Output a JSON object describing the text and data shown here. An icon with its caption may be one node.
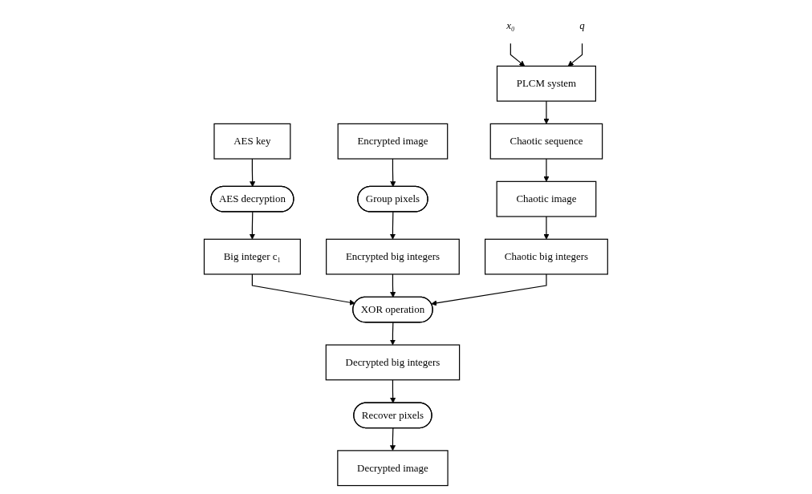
{
  "diagram": {
    "nodes": [
      {
        "text": [
          "x₀"
        ]
      },
      {
        "text": [
          "q"
        ]
      },
      {
        "text": [
          "PLCM system"
        ]
      },
      {
        "text": [
          "Chaotic sequence"
        ]
      },
      {
        "text": [
          "Chaotic image"
        ]
      },
      {
        "text": [
          "Chaotic big integers"
        ]
      },
      {
        "text": [
          "Encrypted image"
        ]
      },
      {
        "text": [
          "Group pixels"
        ]
      },
      {
        "text": [
          "Encrypted big integers"
        ]
      },
      {
        "text": [
          "AES key"
        ]
      },
      {
        "text": [
          "AES decryption"
        ]
      },
      {
        "text": [
          "Big integer c₁"
        ]
      },
      {
        "text": [
          "XOR operation"
        ]
      },
      {
        "text": [
          "Decrypted big integers"
        ]
      },
      {
        "text": [
          "Recover pixels"
        ]
      },
      {
        "text": [
          "Decrypted image"
        ]
      }
    ],
    "edges": [
      {
        "from": 0,
        "to": 2,
        "arrow": "to"
      },
      {
        "from": 1,
        "to": 2,
        "arrow": "to"
      },
      {
        "from": 2,
        "to": 3,
        "arrow": "to"
      },
      {
        "from": 3,
        "to": 4,
        "arrow": "to"
      },
      {
        "from": 4,
        "to": 5,
        "arrow": "to"
      },
      {
        "from": 6,
        "to": 7,
        "arrow": "to"
      },
      {
        "from": 7,
        "to": 8,
        "arrow": "to"
      },
      {
        "from": 9,
        "to": 10,
        "arrow": "to"
      },
      {
        "from": 10,
        "to": 11,
        "arrow": "to"
      },
      {
        "from": 11,
        "to": 12,
        "arrow": "to"
      },
      {
        "from": 8,
        "to": 12,
        "arrow": "to"
      },
      {
        "from": 5,
        "to": 12,
        "arrow": "to"
      },
      {
        "from": 12,
        "to": 13,
        "arrow": "to"
      },
      {
        "from": 13,
        "to": 14,
        "arrow": "to"
      },
      {
        "from": 14,
        "to": 15,
        "arrow": "to"
      }
    ]
  }
}
